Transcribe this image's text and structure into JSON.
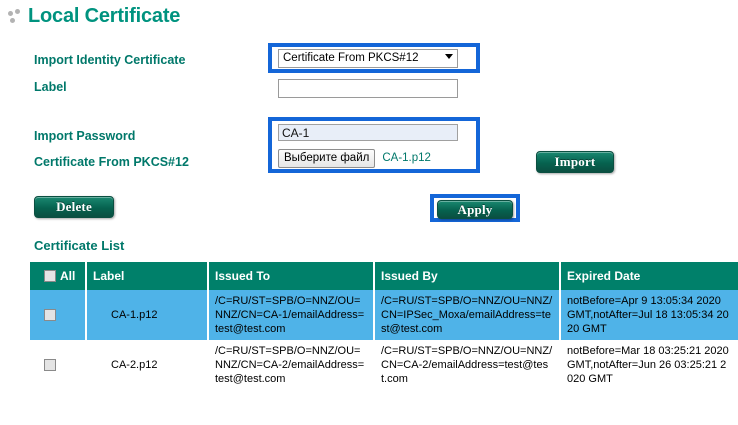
{
  "page": {
    "title": "Local Certificate",
    "title_icon": "dots-icon"
  },
  "form": {
    "labels": {
      "import_identity": "Import Identity Certificate",
      "label": "Label",
      "import_password": "Import Password",
      "certificate_from_pkcs12": "Certificate From PKCS#12"
    },
    "cert_type_select": {
      "value": "Certificate From PKCS#12",
      "caret_icon": "chevron-down-icon"
    },
    "label_input": {
      "value": "",
      "placeholder": ""
    },
    "password_input": {
      "value": "CA-1",
      "placeholder": ""
    },
    "file_input": {
      "button_label": "Выберите файл",
      "file_name": "CA-1.p12"
    }
  },
  "buttons": {
    "import": "Import",
    "delete": "Delete",
    "apply": "Apply"
  },
  "certificate_list": {
    "heading": "Certificate List",
    "columns": [
      "All",
      "Label",
      "Issued To",
      "Issued By",
      "Expired Date"
    ],
    "rows": [
      {
        "selected": true,
        "checked": false,
        "label": "CA-1.p12",
        "issued_to": "/C=RU/ST=SPB/O=NNZ/OU=NNZ/CN=CA-1/emailAddress=test@test.com",
        "issued_by": "/C=RU/ST=SPB/O=NNZ/OU=NNZ/CN=IPSec_Moxa/emailAddress=test@test.com",
        "expired_date": "notBefore=Apr 9 13:05:34 2020 GMT,notAfter=Jul 18 13:05:34 2020 GMT"
      },
      {
        "selected": false,
        "checked": false,
        "label": "CA-2.p12",
        "issued_to": "/C=RU/ST=SPB/O=NNZ/OU=NNZ/CN=CA-2/emailAddress=test@test.com",
        "issued_by": "/C=RU/ST=SPB/O=NNZ/OU=NNZ/CN=CA-2/emailAddress=test@test.com",
        "expired_date": "notBefore=Mar 18 03:25:21 2020 GMT,notAfter=Jun 26 03:25:21 2020 GMT"
      }
    ]
  },
  "colors": {
    "accent_teal": "#00786a",
    "header_teal": "#00806a",
    "title_teal": "#00937f",
    "highlight_blue": "#1466d8",
    "row_selected_blue": "#4fb3e8",
    "button_green": "#06624f"
  }
}
